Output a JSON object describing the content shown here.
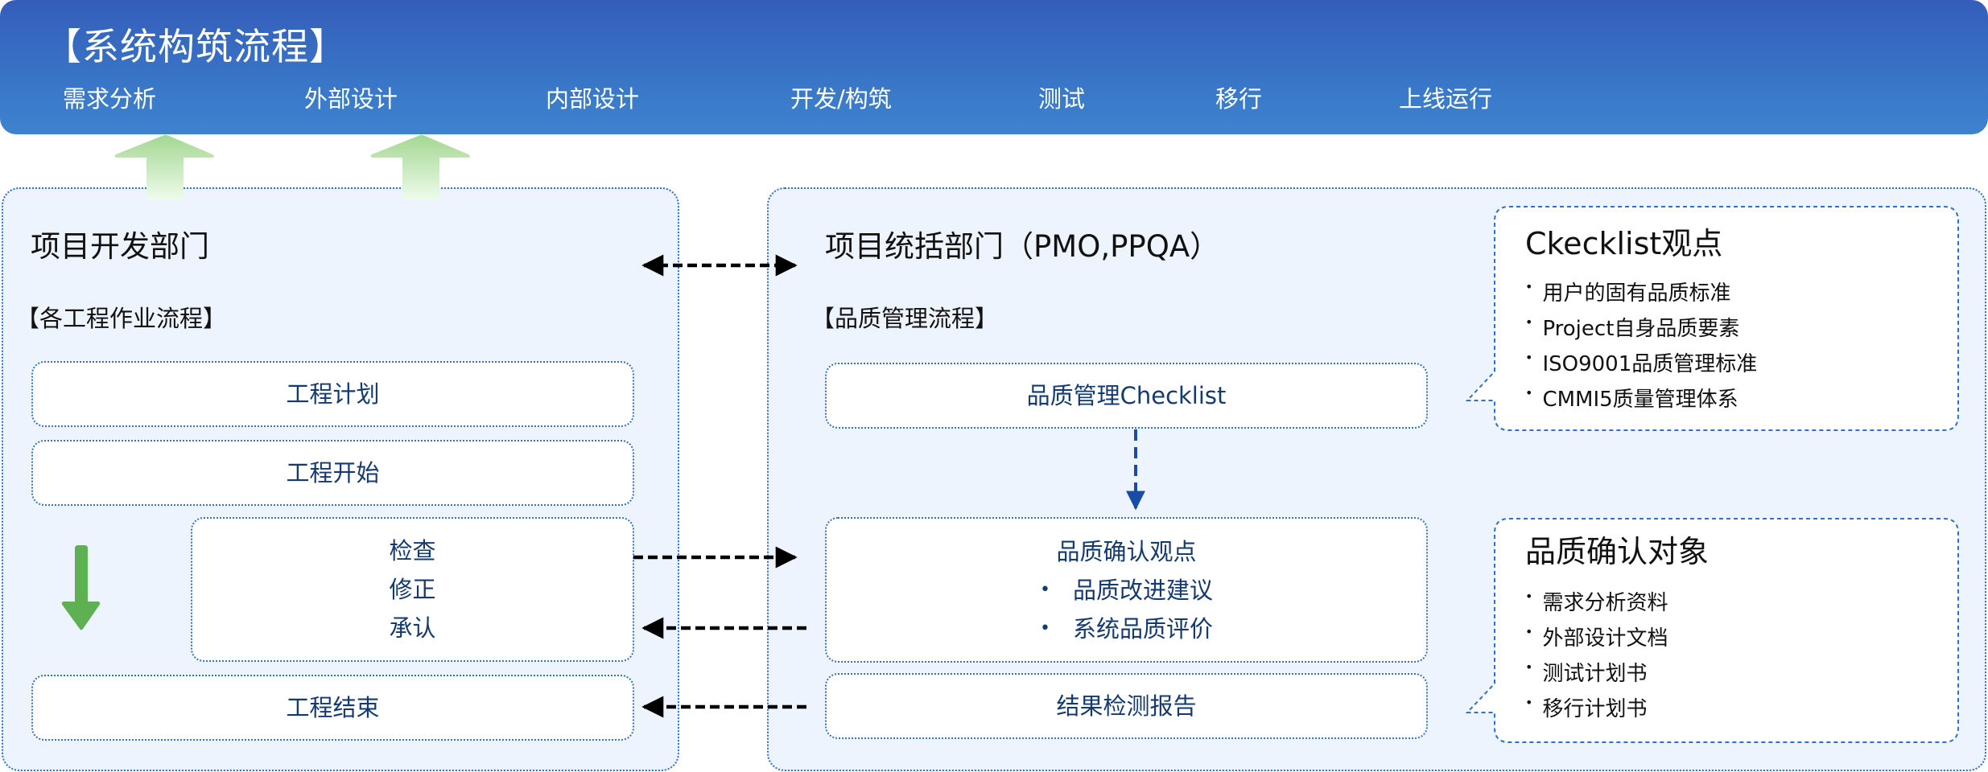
{
  "header": {
    "title": "【系统构筑流程】",
    "stages": [
      "需求分析",
      "外部设计",
      "内部设计",
      "开发/构筑",
      "测试",
      "移行",
      "上线运行"
    ]
  },
  "left_panel": {
    "title": "项目开发部门",
    "subtitle": "【各工程作业流程】",
    "steps": {
      "plan": "工程计划",
      "start": "工程开始",
      "review": [
        "检查",
        "修正",
        "承认"
      ],
      "end": "工程结束"
    }
  },
  "right_panel": {
    "title": "项目统括部门（PMO,PPQA）",
    "subtitle": "【品质管理流程】",
    "steps": {
      "checklist": "品质管理Checklist",
      "confirm_title": "品质确认观点",
      "confirm_items": [
        "品质改进建议",
        "系统品质评价"
      ],
      "report": "结果检测报告"
    },
    "bullet_symbol": "•"
  },
  "callouts": {
    "bullet_symbol": "•",
    "checklist_points": {
      "title": "Ckecklist观点",
      "items": [
        "用户的固有品质标准",
        "Project自身品质要素",
        "ISO9001品质管理标准",
        "CMMI5质量管理体系"
      ]
    },
    "confirm_targets": {
      "title": "品质确认对象",
      "items": [
        "需求分析资料",
        "外部设计文档",
        "测试计划书",
        "移行计划书"
      ]
    }
  },
  "colors": {
    "header_top": "#345dba",
    "header_bottom": "#3d83d0",
    "panel_bg": "#edf4fd",
    "dotted_border": "#2f6fd0",
    "box_text": "#153a70",
    "flow_arrow": "#5fb052",
    "up_arrow": "#a6d996",
    "connector_arrow": "#000000",
    "inner_arrow": "#174da3"
  }
}
